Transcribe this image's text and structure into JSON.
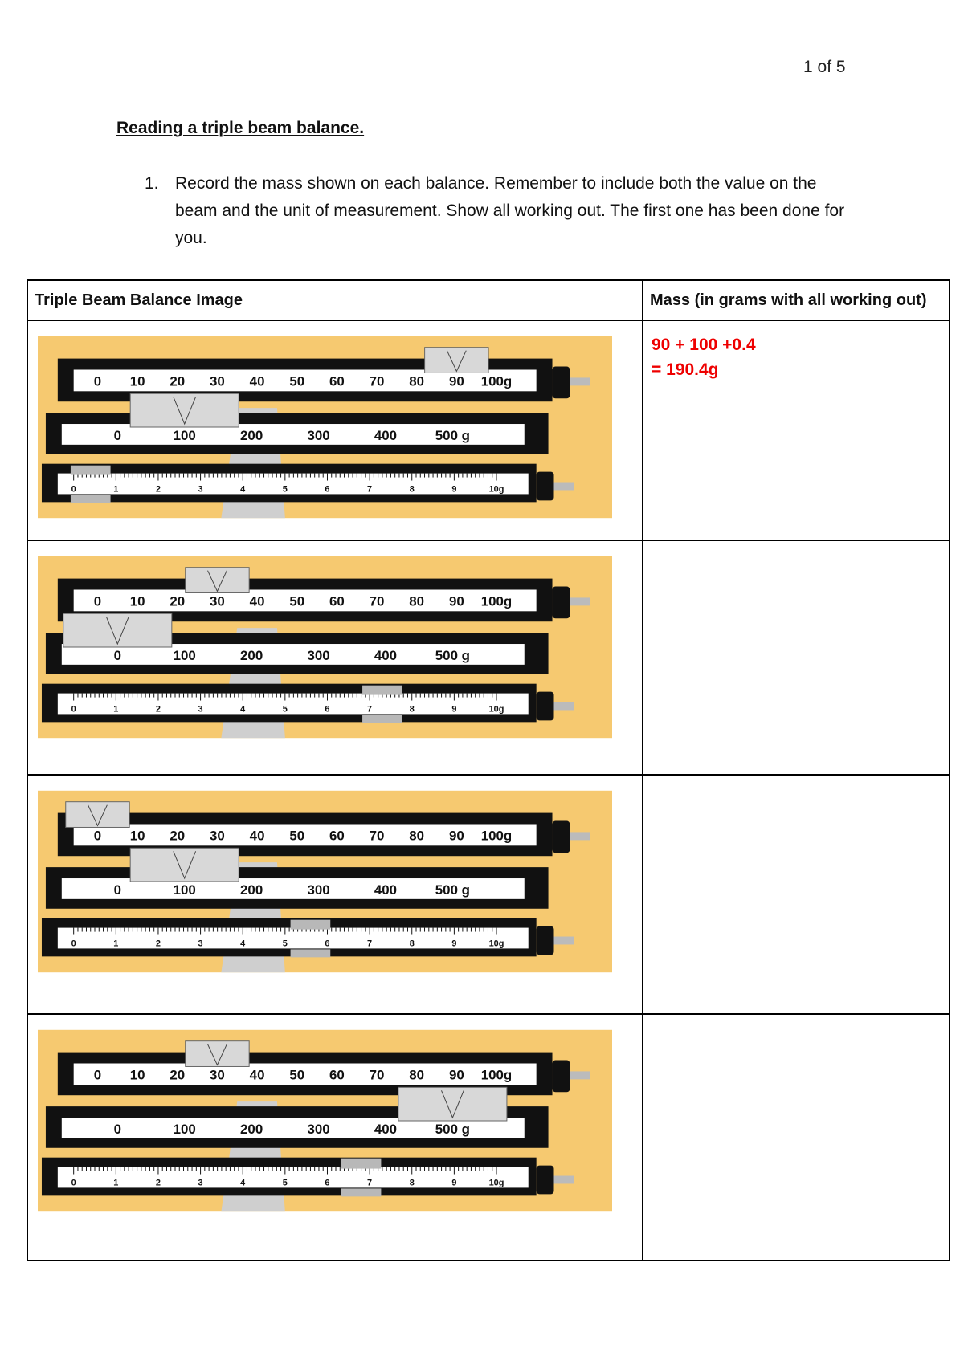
{
  "page_indicator": "1 of 5",
  "title": "Reading a triple beam balance.",
  "instruction": {
    "number": "1.",
    "text": "Record the mass shown on each balance. Remember to include both the value on the beam and the unit of measurement. Show all working out. The first one has been done for you."
  },
  "table": {
    "headers": [
      "Triple Beam Balance Image",
      "Mass (in grams with all working out)"
    ],
    "rows": [
      {
        "answer_lines": [
          "90 + 100 +0.4",
          "= 190.4g"
        ],
        "readings": {
          "beam_100": 90,
          "beam_500": 100,
          "beam_10": 0.4
        }
      },
      {
        "answer_lines": [],
        "readings": {
          "beam_100": 30,
          "beam_500": 0,
          "beam_10": 7.3
        }
      },
      {
        "answer_lines": [],
        "readings": {
          "beam_100": 0,
          "beam_500": 100,
          "beam_10": 5.6
        }
      },
      {
        "answer_lines": [],
        "readings": {
          "beam_100": 30,
          "beam_500": 500,
          "beam_10": 6.8
        }
      }
    ]
  },
  "scales": {
    "beam_100": [
      "0",
      "10",
      "20",
      "30",
      "40",
      "50",
      "60",
      "70",
      "80",
      "90",
      "100g"
    ],
    "beam_500": [
      "0",
      "100",
      "200",
      "300",
      "400",
      "500 g"
    ],
    "beam_10": [
      "0",
      "1",
      "2",
      "3",
      "4",
      "5",
      "6",
      "7",
      "8",
      "9",
      "10g"
    ]
  },
  "colors": {
    "background": "#F6C970",
    "beam": "#111111",
    "rider": "#D8D8D8",
    "answer": "#EE0000"
  }
}
